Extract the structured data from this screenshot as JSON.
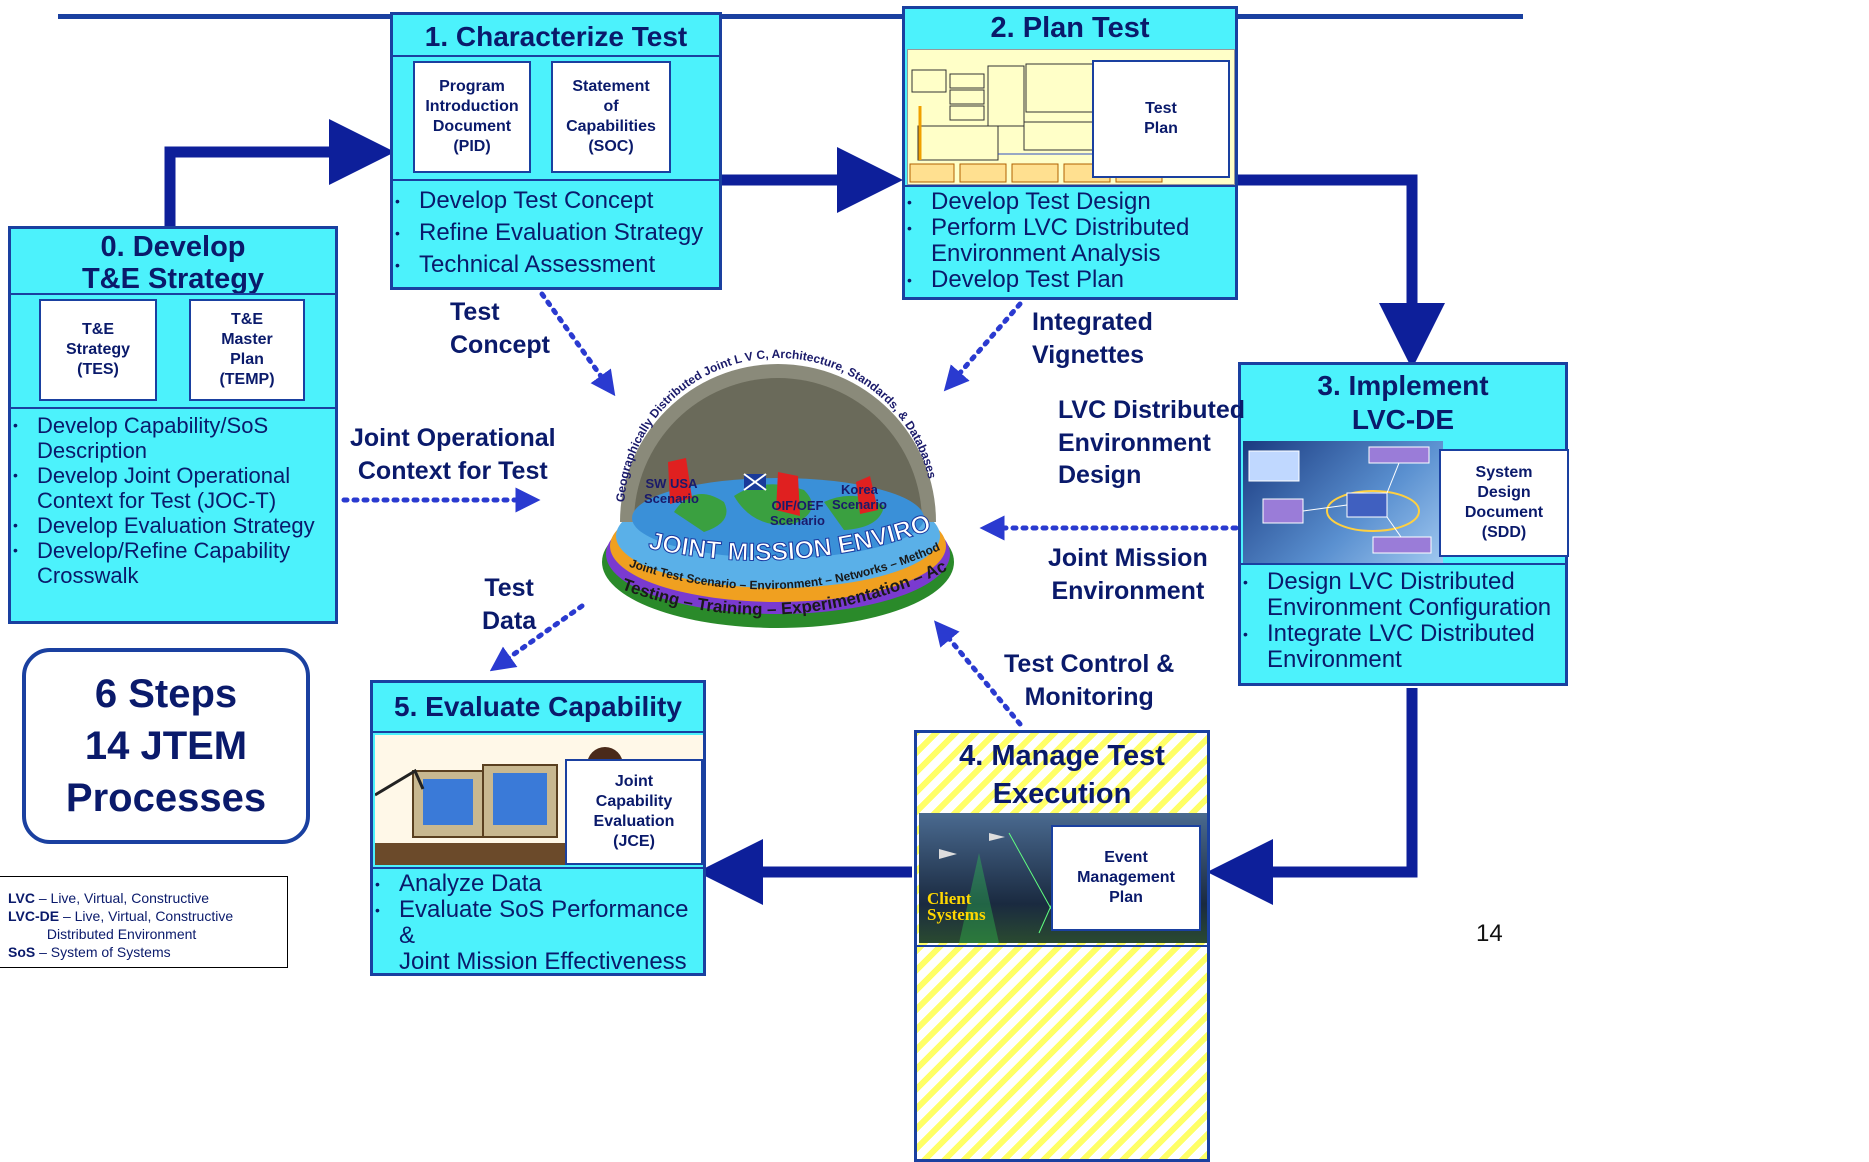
{
  "steps": {
    "step0": {
      "title": "0. Develop\nT&E Strategy",
      "docs": [
        "T&E\nStrategy\n(TES)",
        "T&E\nMaster\nPlan\n(TEMP)"
      ],
      "bullets": [
        "Develop Capability/SoS\nDescription",
        "Develop Joint Operational\nContext for Test (JOC-T)",
        "Develop Evaluation Strategy",
        "Develop/Refine Capability\nCrosswalk"
      ]
    },
    "step1": {
      "title": "1. Characterize Test",
      "docs": [
        "Program\nIntroduction\nDocument\n(PID)",
        "Statement\nof\nCapabilities\n(SOC)"
      ],
      "bullets": [
        "Develop Test Concept",
        "Refine Evaluation Strategy",
        "Technical Assessment"
      ]
    },
    "step2": {
      "title": "2. Plan Test",
      "doc": "Test\nPlan",
      "bullets": [
        "Develop Test Design",
        "Perform LVC Distributed\nEnvironment Analysis",
        "Develop Test Plan"
      ]
    },
    "step3": {
      "title": "3. Implement\nLVC-DE",
      "doc": "System\nDesign\nDocument\n(SDD)",
      "bullets": [
        "Design LVC Distributed\nEnvironment Configuration",
        "Integrate LVC Distributed\nEnvironment"
      ]
    },
    "step4": {
      "title": "4. Manage Test\nExecution",
      "doc": "Event\nManagement\nPlan",
      "image_text": "Client\nSystems"
    },
    "step5": {
      "title": "5. Evaluate Capability",
      "doc": "Joint\nCapability\nEvaluation\n(JCE)",
      "bullets": [
        "Analyze Data",
        "Evaluate SoS Performance &\nJoint Mission Effectiveness"
      ]
    }
  },
  "flow_labels": {
    "test_concept": "Test\nConcept",
    "integrated_vignettes": "Integrated\nVignettes",
    "joint_operational_context": "Joint Operational\nContext for Test",
    "lvc_design": "LVC Distributed\nEnvironment\nDesign",
    "joint_mission_environment": "Joint Mission\nEnvironment",
    "test_data": "Test\nData",
    "test_control": "Test Control &\nMonitoring"
  },
  "dome": {
    "outer_arc": "Geographically Distributed Joint L V C, Architecture, Standards, & Databases",
    "scenario_1": "SW USA\nScenario",
    "scenario_2": "OIF/OEF\nScenario",
    "scenario_3": "Korea\nScenario",
    "band": "JOINT MISSION ENVIRONMENT",
    "ring_1": "Joint Test Scenario – Environment – Networks – Methods – Processes",
    "ring_2": "Testing – Training – Experimentation – Acquisition"
  },
  "summary": {
    "text": "6 Steps\n14 JTEM\nProcesses"
  },
  "legend": [
    {
      "term": "LVC",
      "def": " – Live, Virtual, Constructive"
    },
    {
      "term": "LVC-DE",
      "def": " – Live, Virtual, Constructive\n          Distributed Environment"
    },
    {
      "term": "SoS",
      "def": " – System of Systems"
    }
  ],
  "page_number": "14",
  "colors": {
    "box_fill": "#4cf2fc",
    "border": "#1a40a0",
    "arrow": "#0d1f9a",
    "text": "#0a1a6b",
    "hatch": "#ffff66"
  }
}
